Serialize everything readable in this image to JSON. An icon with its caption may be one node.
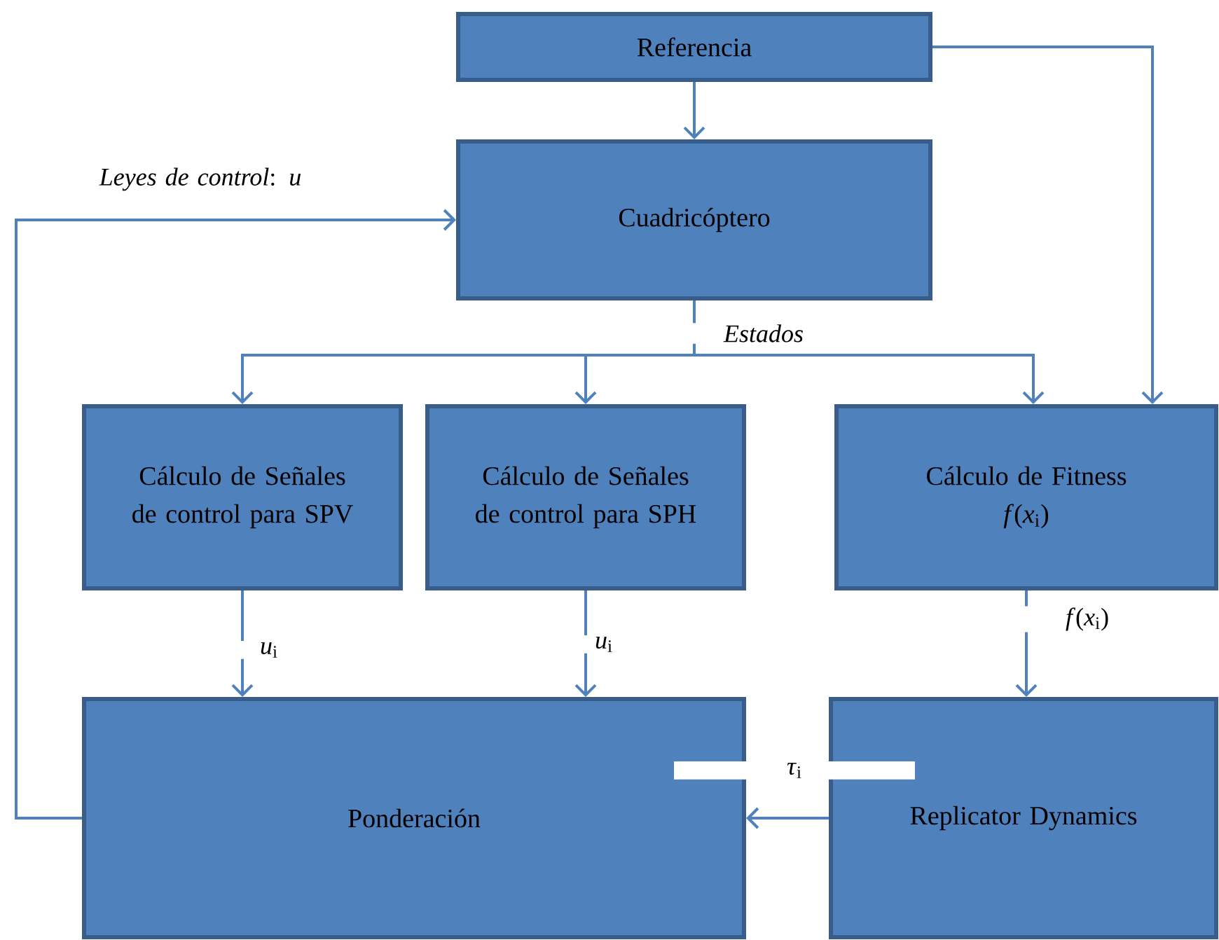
{
  "diagram": {
    "nodes": [
      {
        "text": [
          "Referencia"
        ]
      },
      {
        "text": [
          "Cuadricóptero"
        ]
      },
      {
        "text": [
          "Cálculo de Señales de control para SPV"
        ]
      },
      {
        "text": [
          "Cálculo de Señales de control para SPH"
        ]
      },
      {
        "text": [
          "Cálculo de Fitness",
          "*f*(*x*$_{i}$)"
        ]
      },
      {
        "text": [
          "Ponderación"
        ]
      },
      {
        "text": [
          "Replicator Dynamics"
        ]
      }
    ],
    "edges": [
      {
        "from": 0,
        "to": 1,
        "arrow": "to"
      },
      {
        "from": 0,
        "to": 4,
        "arrow": "to"
      },
      {
        "from": 1,
        "to": 2,
        "arrow": "to",
        "label": "Estados"
      },
      {
        "from": 1,
        "to": 3,
        "arrow": "to"
      },
      {
        "from": 1,
        "to": 4,
        "arrow": "to"
      },
      {
        "from": 2,
        "to": 5,
        "arrow": "to",
        "label": "*u*$_{i}$"
      },
      {
        "from": 3,
        "to": 5,
        "arrow": "to",
        "label": "*u*$_{i}$"
      },
      {
        "from": 4,
        "to": 6,
        "arrow": "to",
        "label": "*f*(*x*$_{i}$)"
      },
      {
        "from": 6,
        "to": 5,
        "arrow": "to",
        "label": "*τ*$_{i}$"
      },
      {
        "from": 5,
        "to": 1,
        "arrow": "to",
        "label": "*Leyes de control*: *u*"
      }
    ]
  }
}
